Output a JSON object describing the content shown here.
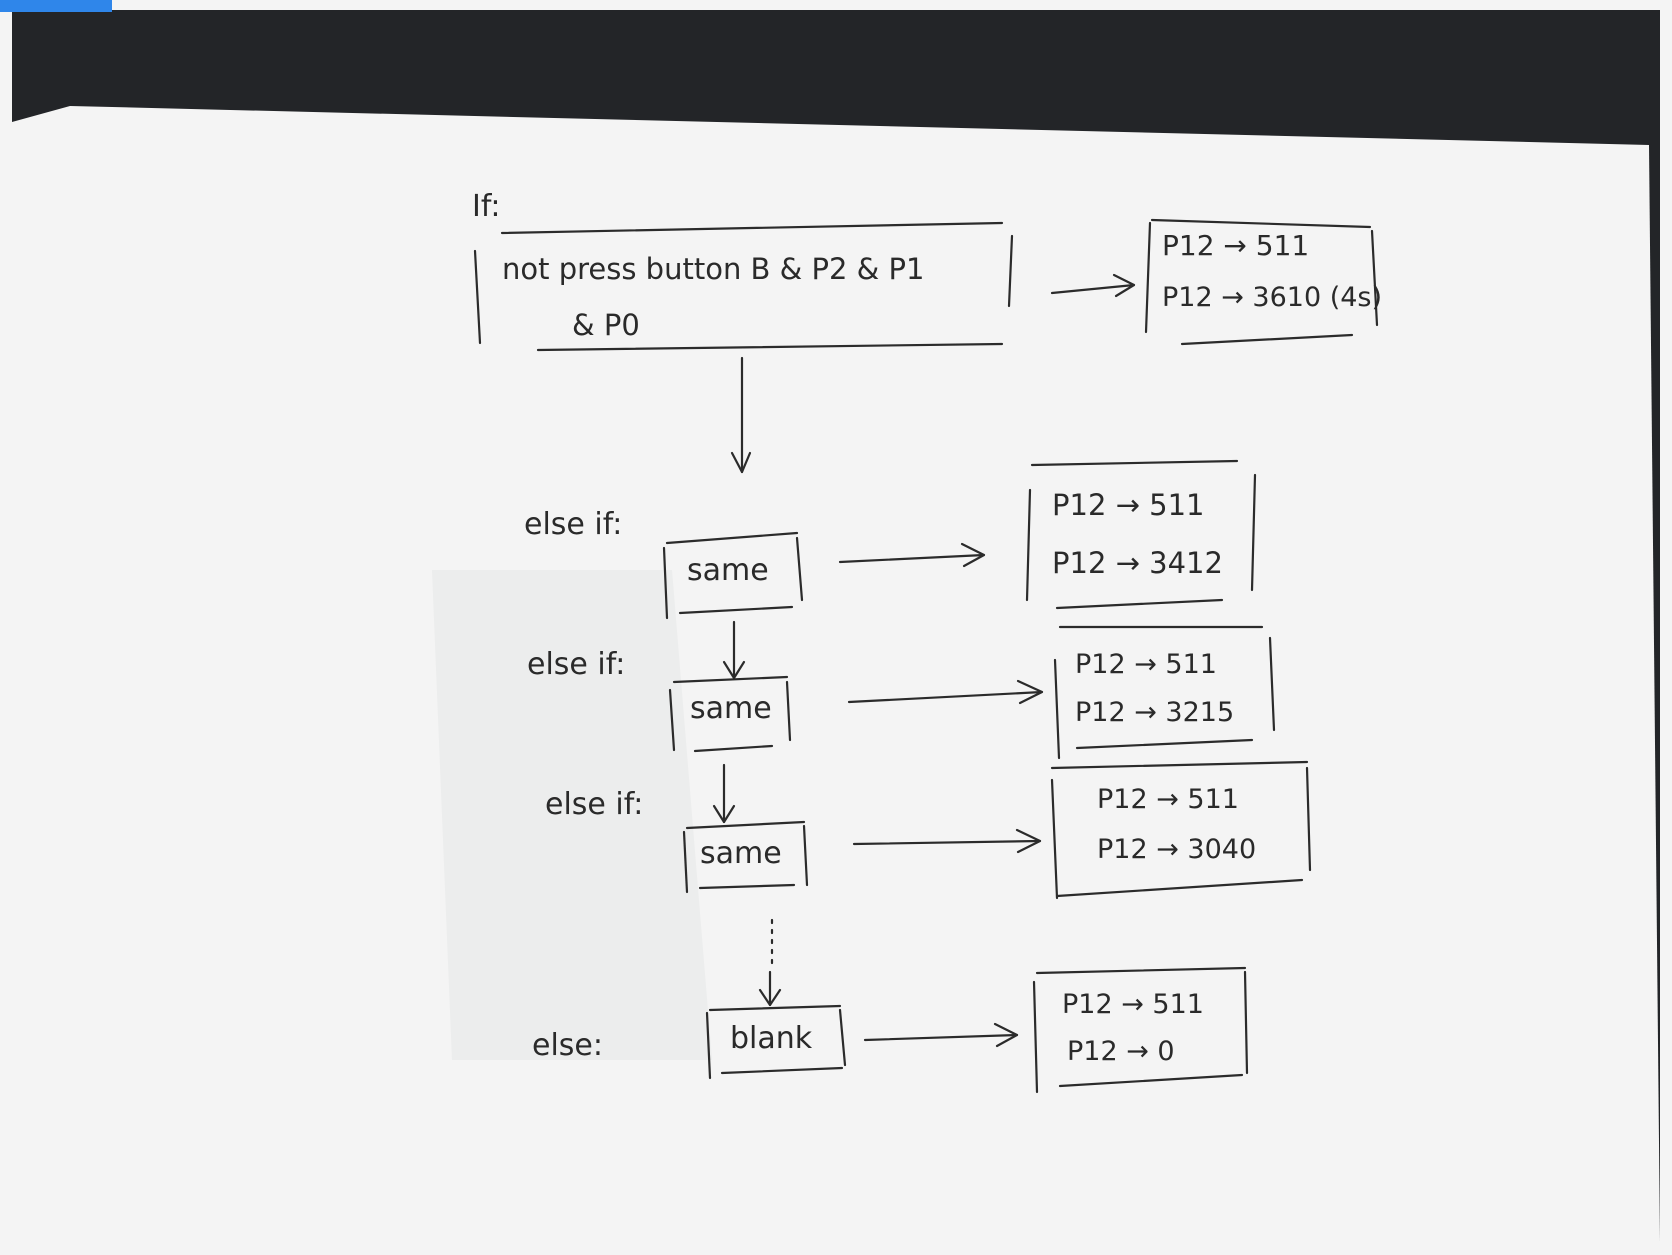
{
  "diagram": {
    "if_label": "If:",
    "condition_line1": "not press button B & P2 & P1",
    "condition_line2": "& P0",
    "else_if_label": "else if:",
    "else_label": "else:",
    "nodes": [
      {
        "text": "same"
      },
      {
        "text": "same"
      },
      {
        "text": "same"
      },
      {
        "text": "blank"
      }
    ],
    "results": [
      {
        "line1": "P12 → 511",
        "line2": "P12 → 3610 (4s)"
      },
      {
        "line1": "P12 → 511",
        "line2": "P12 → 3412"
      },
      {
        "line1": "P12 → 511",
        "line2": "P12 → 3215"
      },
      {
        "line1": "P12 → 511",
        "line2": "P12 → 3040"
      },
      {
        "line1": "P12 → 511",
        "line2": "P12 → 0"
      }
    ],
    "ellipsis": "⋮"
  },
  "colors": {
    "paper": "#f4f4f4",
    "ink": "#2a2a2a",
    "background": "#232528",
    "accent_tab": "#2f86ea"
  }
}
